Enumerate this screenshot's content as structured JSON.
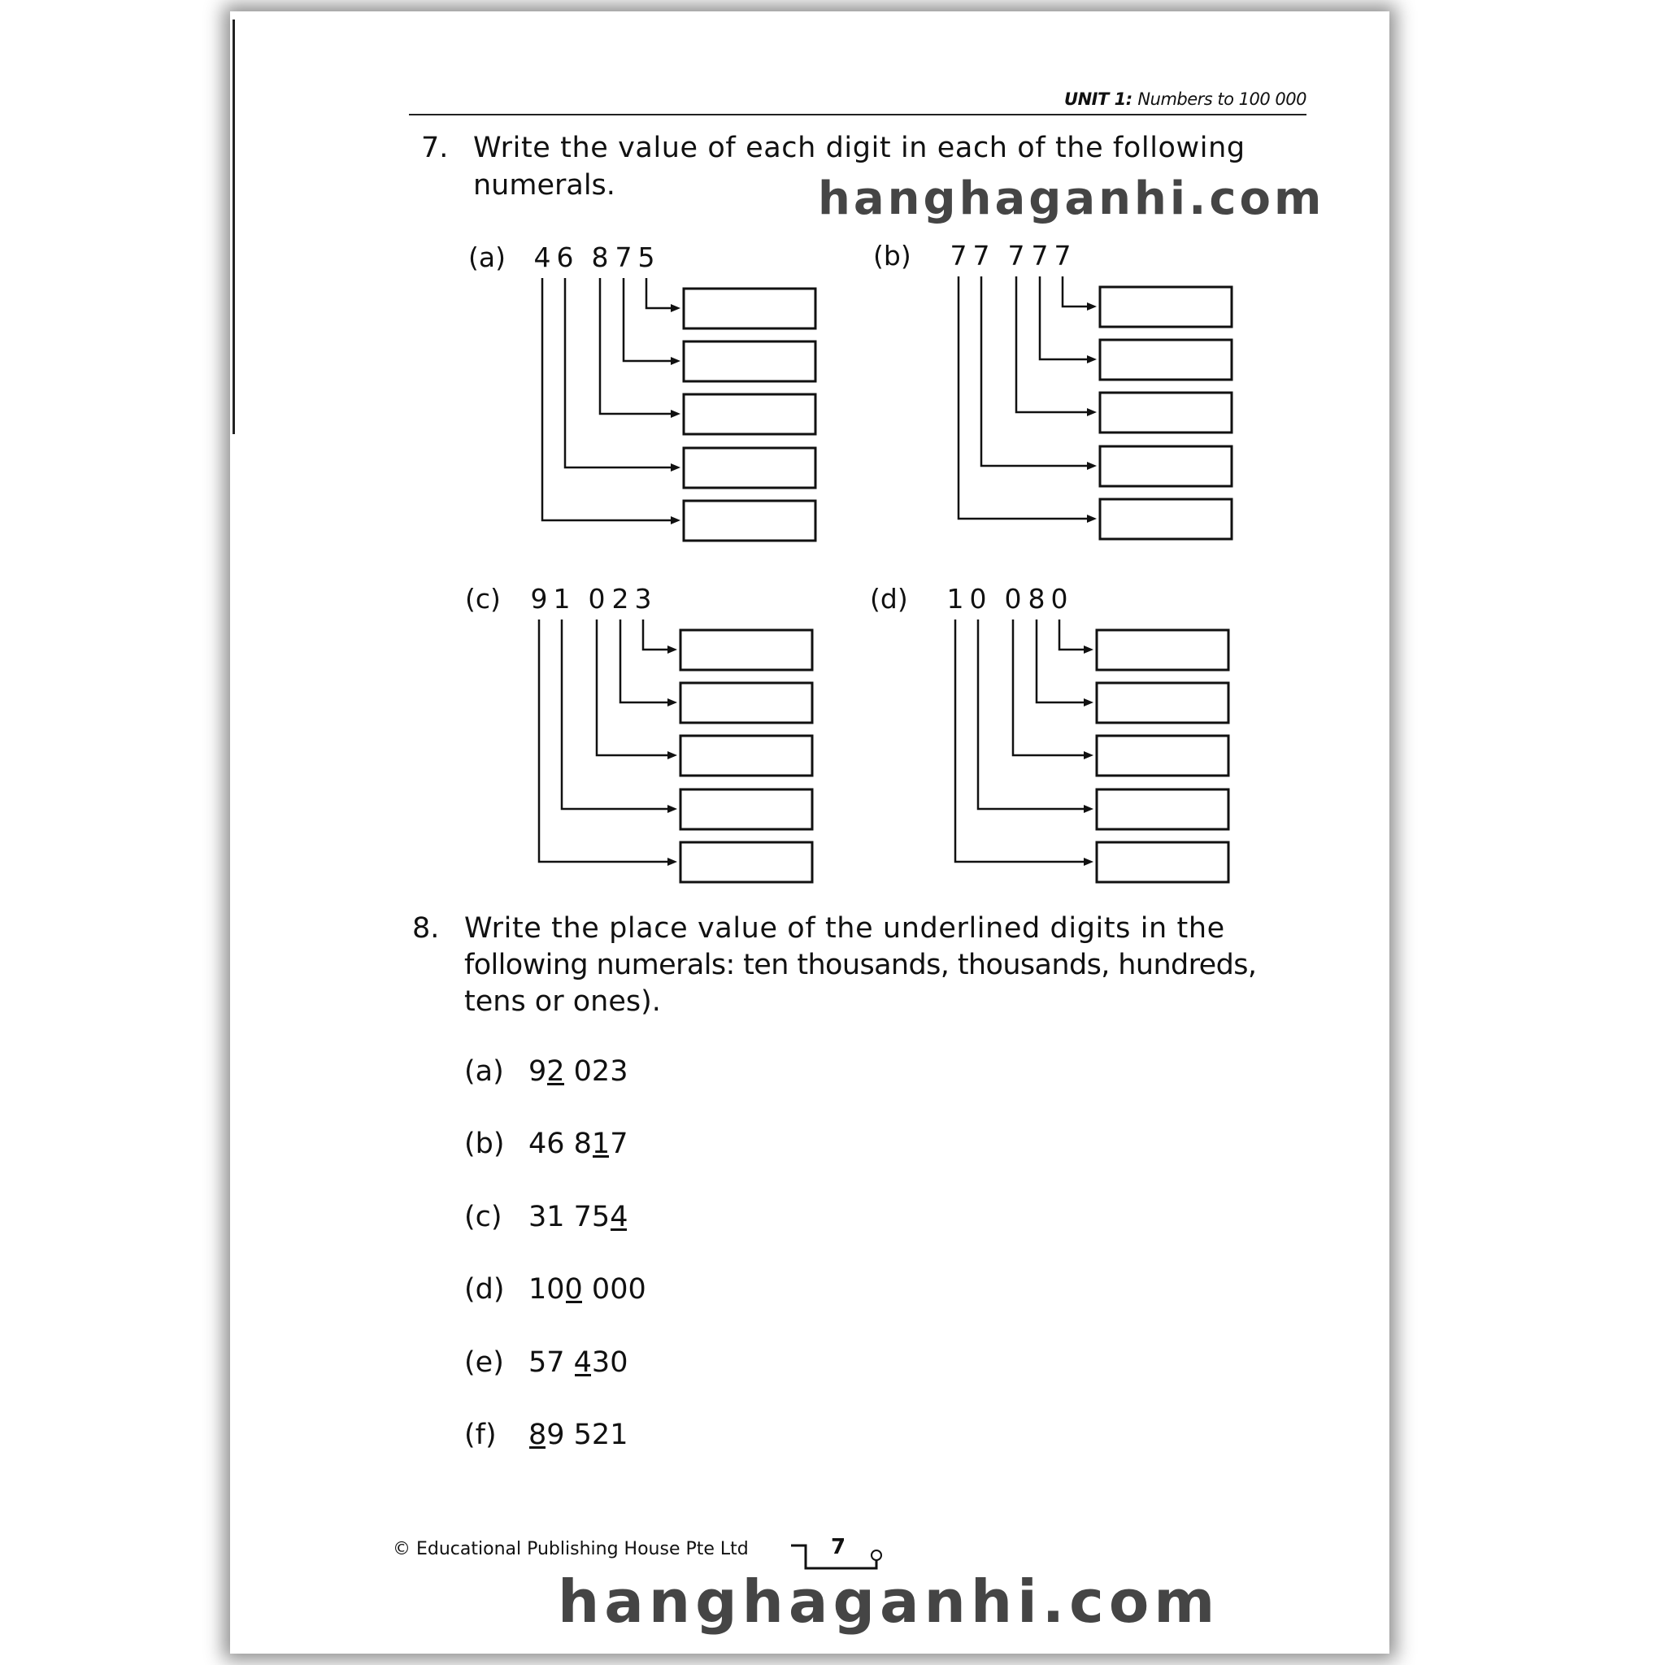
{
  "header": {
    "unit": "UNIT 1:",
    "title": "Numbers to 100 000"
  },
  "q7": {
    "number": "7.",
    "line1": "Write the value of each digit in each of the following",
    "line2": "numerals.",
    "parts": [
      {
        "label": "(a)",
        "digits": [
          "4",
          "6",
          "8",
          "7",
          "5"
        ]
      },
      {
        "label": "(b)",
        "digits": [
          "7",
          "7",
          "7",
          "7",
          "7"
        ]
      },
      {
        "label": "(c)",
        "digits": [
          "9",
          "1",
          "0",
          "2",
          "3"
        ]
      },
      {
        "label": "(d)",
        "digits": [
          "1",
          "0",
          "0",
          "8",
          "0"
        ]
      }
    ]
  },
  "q8": {
    "number": "8.",
    "line1": "Write the place value of the underlined digits in the",
    "line2": "following numerals: ten thousands, thousands, hundreds,",
    "line3": "tens or ones).",
    "items": [
      {
        "label": "(a)",
        "number": "92 023",
        "underline_index": 1
      },
      {
        "label": "(b)",
        "number": "46 817",
        "underline_index": 4
      },
      {
        "label": "(c)",
        "number": "31 754",
        "underline_index": 5
      },
      {
        "label": "(d)",
        "number": "100 000",
        "underline_index": 2
      },
      {
        "label": "(e)",
        "number": "57 430",
        "underline_index": 3
      },
      {
        "label": "(f)",
        "number": "89 521",
        "underline_index": 0
      }
    ]
  },
  "footer": {
    "copyright": "© Educational Publishing House Pte Ltd",
    "page": "7"
  },
  "watermark": "hanghaganhi.com"
}
